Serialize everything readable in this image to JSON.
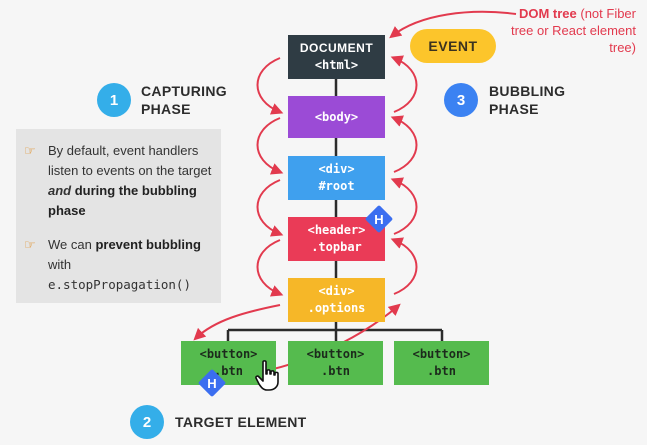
{
  "dom_note": {
    "bold": "DOM tree",
    "rest": " (not Fiber tree or React element tree)"
  },
  "event_label": "EVENT",
  "phases": {
    "capturing": {
      "number": "1",
      "line1": "CAPTURING",
      "line2": "PHASE"
    },
    "bubbling": {
      "number": "3",
      "line1": "BUBBLING",
      "line2": "PHASE"
    },
    "target": {
      "number": "2",
      "label": "TARGET ELEMENT"
    }
  },
  "nodes": {
    "document": {
      "line1": "DOCUMENT",
      "line2": "<html>"
    },
    "body": {
      "line1": "<body>"
    },
    "div_root": {
      "line1": "<div>",
      "line2": "#root"
    },
    "header": {
      "line1": "<header>",
      "line2": ".topbar"
    },
    "div_options": {
      "line1": "<div>",
      "line2": ".options"
    },
    "buttons": [
      {
        "line1": "<button>",
        "line2": ".btn"
      },
      {
        "line1": "<button>",
        "line2": ".btn"
      },
      {
        "line1": "<button>",
        "line2": ".btn"
      }
    ]
  },
  "handler_marker": "H",
  "notes": {
    "item1": {
      "p1": "By default, event handlers listen to events on the target ",
      "p2": "and",
      "p3": " during the bubbling phase"
    },
    "item2": {
      "p1": "We can ",
      "p2": "prevent bubbling",
      "p3": " with",
      "code": "e.stopPropagation()"
    }
  },
  "colors": {
    "document": "#2f3c44",
    "body": "#9b4bd6",
    "div_root": "#3fa0ee",
    "header": "#ea3b57",
    "div_options": "#f6b728",
    "button": "#55bb4e",
    "event": "#fcc52b",
    "arrow": "#e23a4e",
    "marker": "#3b6ef0"
  },
  "icons": [
    "pointing-hand-icon",
    "cursor-hand-icon",
    "handler-diamond-icon"
  ]
}
